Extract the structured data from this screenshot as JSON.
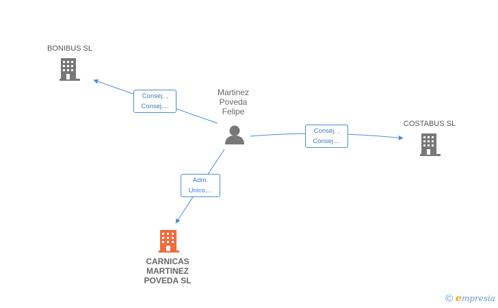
{
  "colors": {
    "edge": "#4a8ad8",
    "building_default": "#777777",
    "building_main": "#f26b3a",
    "person": "#777777"
  },
  "nodes": {
    "person": {
      "name_lines": [
        "Martinez",
        "Poveda",
        "Felipe"
      ],
      "icon": "person-icon"
    },
    "bonibus": {
      "name": "BONIBUS  SL",
      "icon": "building-icon"
    },
    "costabus": {
      "name": "COSTABUS SL",
      "icon": "building-icon"
    },
    "carnicas": {
      "name_lines": [
        "CARNICAS",
        "MARTINEZ",
        "POVEDA  SL"
      ],
      "icon": "building-icon"
    }
  },
  "edges": {
    "to_bonibus": {
      "label_lines": [
        "Consej. ,",
        "Consej...."
      ]
    },
    "to_costabus": {
      "label_lines": [
        "Consej. ,",
        "Consej...."
      ]
    },
    "to_carnicas": {
      "label_lines": [
        "Adm.",
        "Unico,..."
      ]
    }
  },
  "brand": {
    "copyright_symbol": "©",
    "initial": "e",
    "rest": "mpresia"
  }
}
